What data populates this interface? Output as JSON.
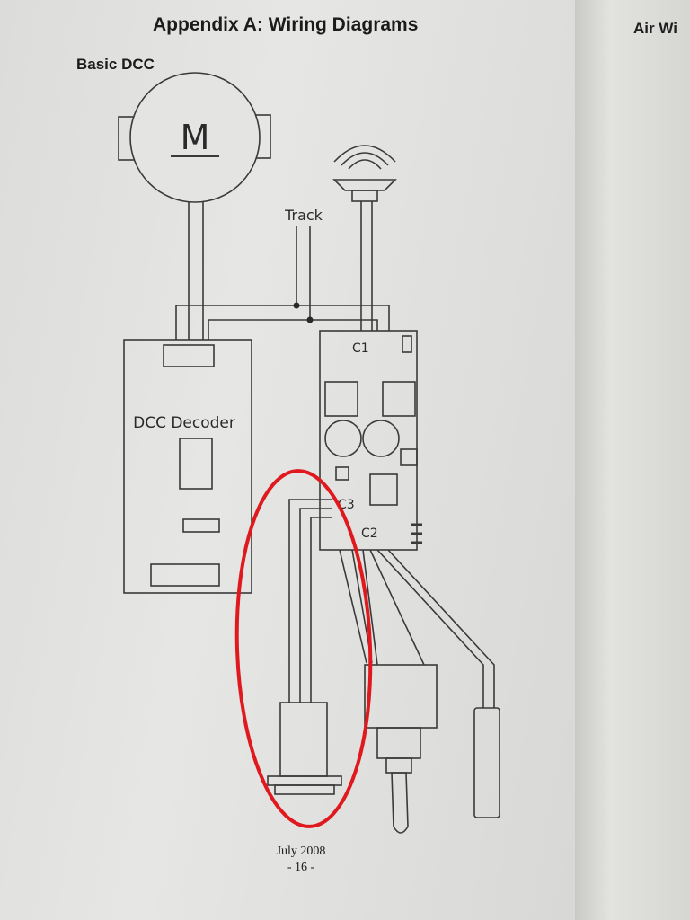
{
  "page": {
    "title": "Appendix A: Wiring Diagrams",
    "section": "Basic DCC",
    "footer_date": "July 2008",
    "footer_page": "- 16 -",
    "next_page_title": "Air Wi"
  },
  "diagram": {
    "motor_label": "M",
    "track_label": "Track",
    "decoder_label": "DCC Decoder",
    "c1_label": "C1",
    "c2_label": "C2",
    "c3_label": "C3",
    "highlight_color": "#e0191e",
    "line_color": "#3a3a3a"
  }
}
